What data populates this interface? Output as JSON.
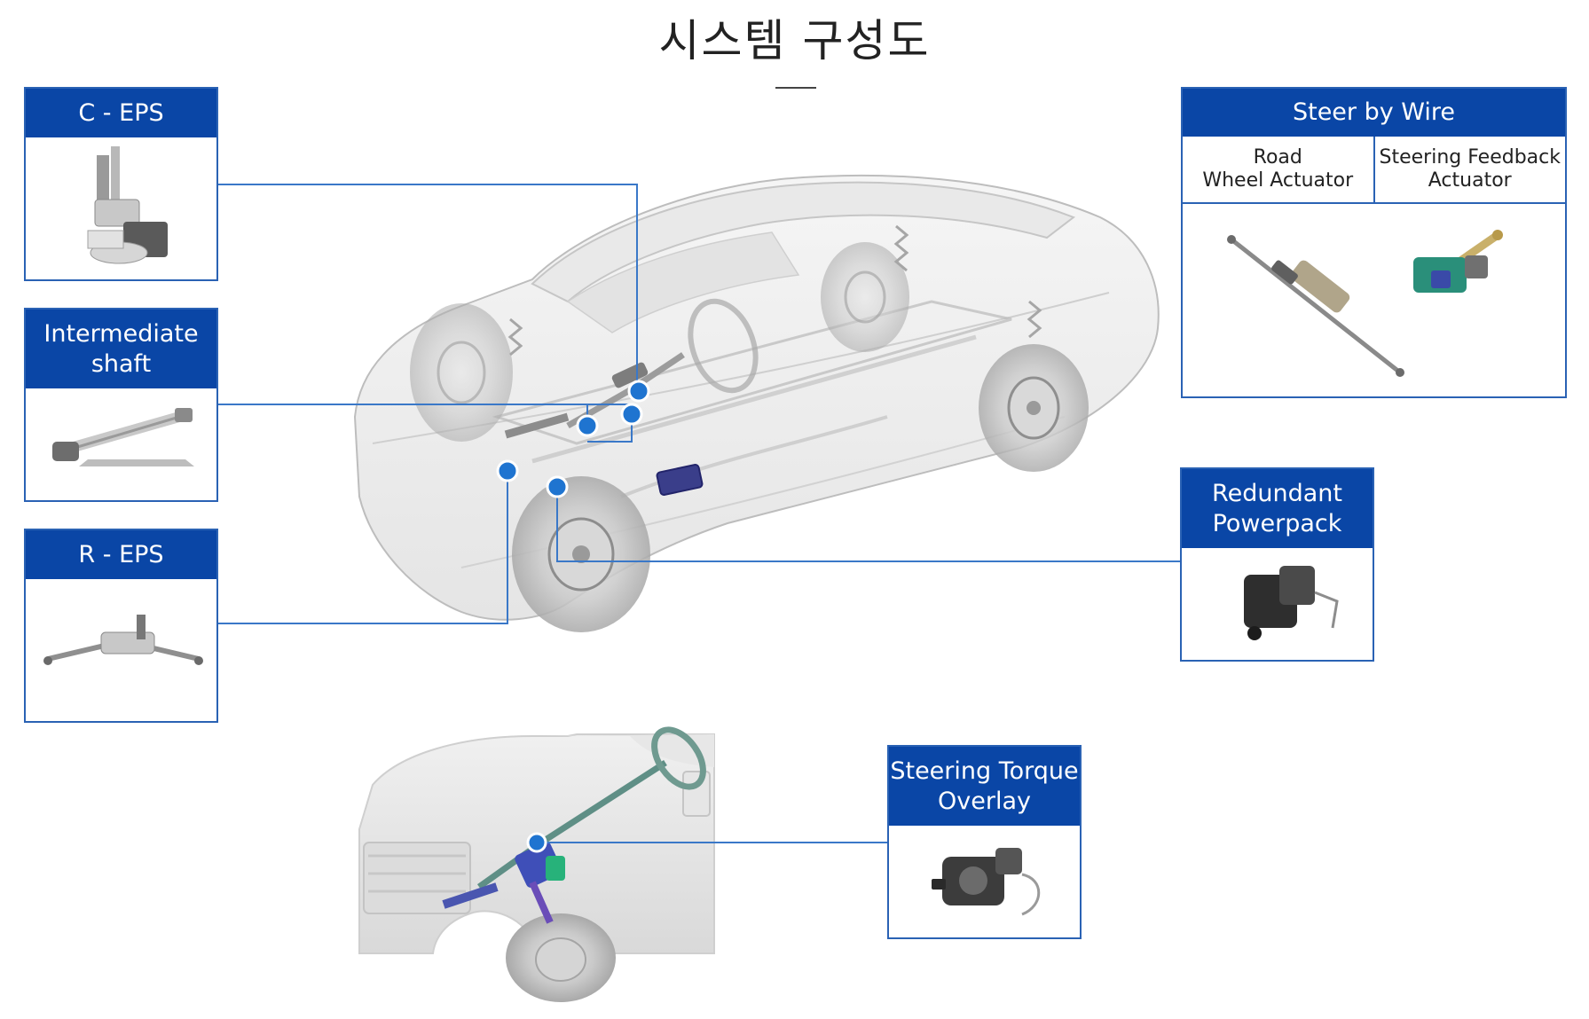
{
  "page": {
    "title": "시스템 구성도"
  },
  "components": {
    "c_eps": {
      "label": "C - EPS",
      "icon": "column-eps-icon"
    },
    "intermediate_shaft": {
      "label_line1": "Intermediate",
      "label_line2": "shaft",
      "icon": "intermediate-shaft-icon"
    },
    "r_eps": {
      "label": "R - EPS",
      "icon": "rack-eps-icon"
    },
    "steer_by_wire": {
      "label": "Steer by Wire",
      "road_wheel_actuator_line1": "Road",
      "road_wheel_actuator_line2": "Wheel Actuator",
      "steering_feedback_actuator_line1": "Steering Feedback",
      "steering_feedback_actuator_line2": "Actuator"
    },
    "redundant_powerpack": {
      "label_line1": "Redundant",
      "label_line2": "Powerpack",
      "icon": "powerpack-icon"
    },
    "steering_torque_overlay": {
      "label_line1": "Steering Torque",
      "label_line2": "Overlay",
      "icon": "torque-overlay-icon"
    }
  },
  "colors": {
    "header_blue": "#0a46a6",
    "border_blue": "#2a62b4",
    "connector_blue": "#3a78c8",
    "marker_blue": "#1f74d0"
  }
}
